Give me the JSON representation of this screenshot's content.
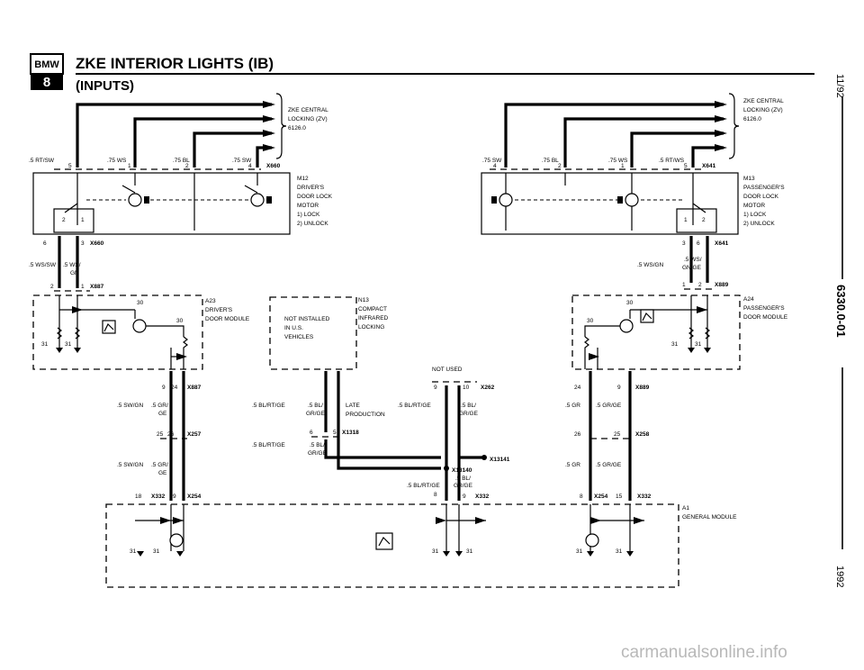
{
  "header": {
    "bmw_label": "BMW",
    "series": "8",
    "title": "ZKE INTERIOR LIGHTS (IB)",
    "subtitle": "(INPUTS)"
  },
  "sidebar": {
    "date": "11/92",
    "code": "6330.0-01",
    "year": "1992"
  },
  "left_zke": {
    "line1": "ZKE CENTRAL",
    "line2": "LOCKING (ZV)",
    "line3": "6126.0"
  },
  "right_zke": {
    "line1": "ZKE CENTRAL",
    "line2": "LOCKING (ZV)",
    "line3": "6126.0"
  },
  "m12": {
    "line1": "M12",
    "line2": "DRIVER'S",
    "line3": "DOOR LOCK",
    "line4": "MOTOR",
    "line5": "1)  LOCK",
    "line6": "2)  UNLOCK"
  },
  "m13": {
    "line1": "M13",
    "line2": "PASSENGER'S",
    "line3": "DOOR LOCK",
    "line4": "MOTOR",
    "line5": "1)  LOCK",
    "line6": "2)  UNLOCK"
  },
  "a23": {
    "line1": "A23",
    "line2": "DRIVER'S",
    "line3": "DOOR MODULE"
  },
  "a24": {
    "line1": "A24",
    "line2": "PASSENGER'S",
    "line3": "DOOR MODULE"
  },
  "n13": {
    "line1": "N13",
    "line2": "COMPACT",
    "line3": "INFRARED",
    "line4": "LOCKING"
  },
  "not_installed": {
    "line1": "NOT INSTALLED",
    "line2": "IN U.S.",
    "line3": "VEHICLES"
  },
  "late_production": {
    "line1": "LATE",
    "line2": "PRODUCTION"
  },
  "not_used": "NOT USED",
  "a1": {
    "line1": "A1",
    "line2": "GENERAL MODULE"
  },
  "wires": {
    "rtsw": ".5 RT/SW",
    "ws75": ".75 WS",
    "bl75": ".75 BL",
    "sw75": ".75 SW",
    "rtws": ".5 RT/WS",
    "wssw": ".5 WS/SW",
    "wsgn_a": ".5 WS/",
    "wsgn_b": "GN",
    "wsgn_r": ".5 WS/GN",
    "wsge_a": ".5 WS/",
    "wsge_b": "GN/GE",
    "swgn": ".5 SW/GN",
    "grge_a": ".5 GR/",
    "grge_b": "GE",
    "blrtge": ".5 BL/RT/GE",
    "blgr_a": ".5 BL/",
    "blgr_b": "GR/GE",
    "gr": ".5 GR",
    "grge": ".5 GR/GE"
  },
  "connectors": {
    "x660": "X660",
    "x641": "X641",
    "x887": "X887",
    "x889": "X889",
    "x257": "X257",
    "x258": "X258",
    "x254": "X254",
    "x332": "X332",
    "x1318": "X1318",
    "x13141": "X13141",
    "x13140": "X13140",
    "x262": "X262"
  },
  "pins": {
    "p1": "1",
    "p2": "2",
    "p3": "3",
    "p4": "4",
    "p5": "5",
    "p6": "6",
    "p8": "8",
    "p9": "9",
    "p10": "10",
    "p15": "15",
    "p18": "18",
    "p24": "24",
    "p25": "25",
    "p26": "26",
    "p30": "30",
    "p31": "31"
  },
  "watermark": "carmanualsonline.info"
}
